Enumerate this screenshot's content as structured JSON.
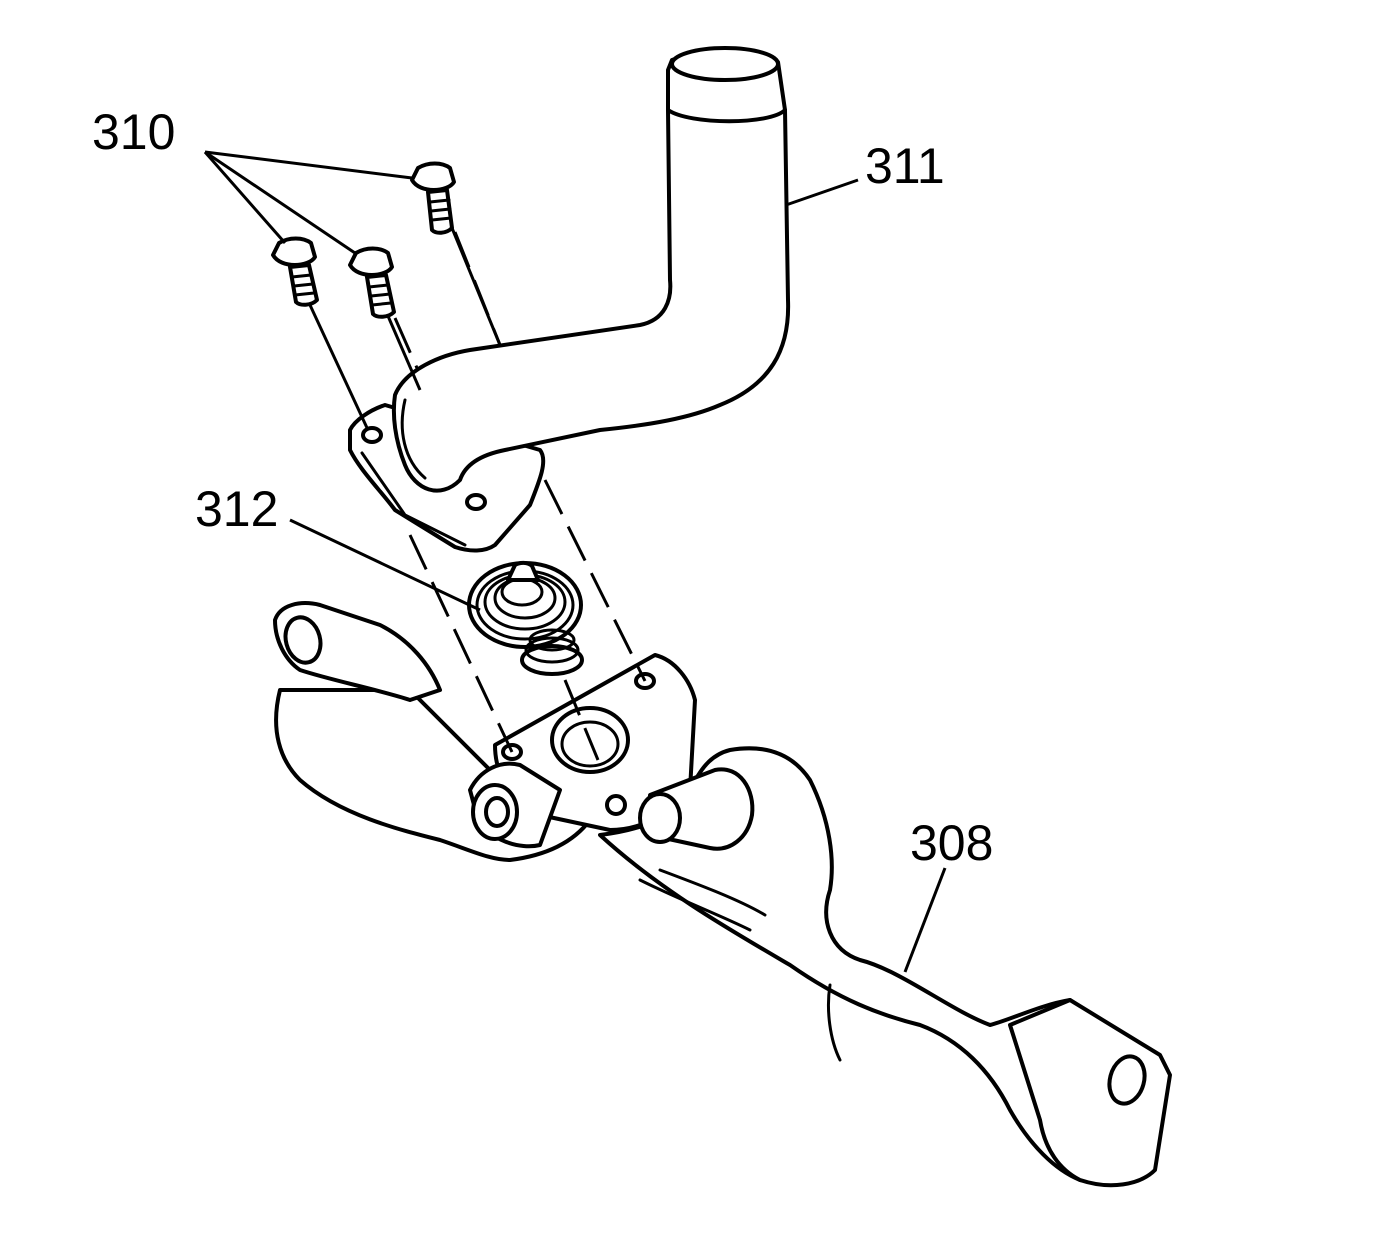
{
  "callouts": {
    "c310": "310",
    "c311": "311",
    "c312": "312",
    "c308": "308"
  }
}
